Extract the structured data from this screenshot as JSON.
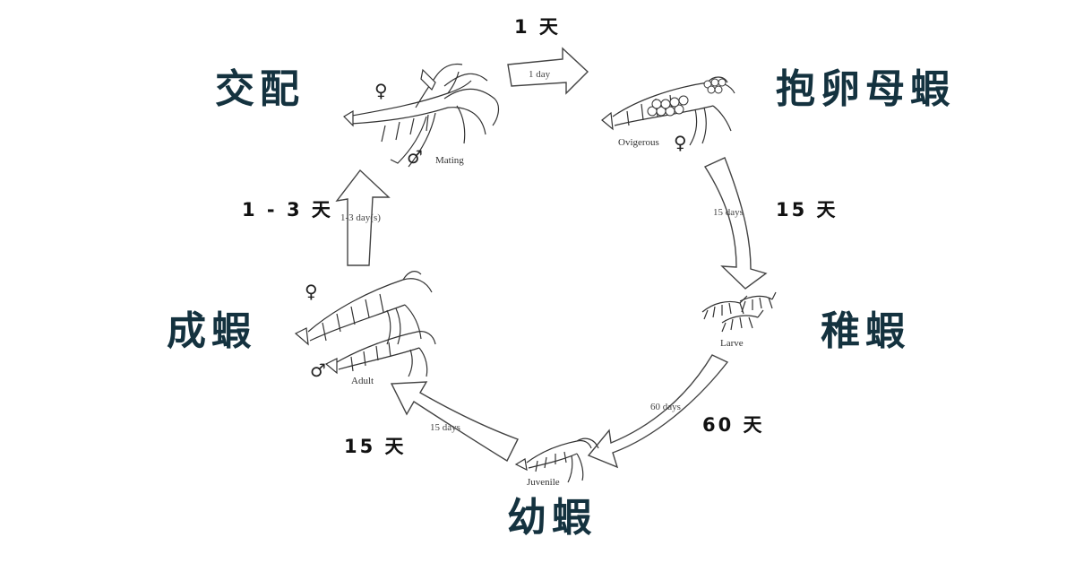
{
  "stages": {
    "mating": "交配",
    "ovigerous": "抱卵母蝦",
    "larvae": "稚蝦",
    "juvenile": "幼蝦",
    "adult": "成蝦"
  },
  "durations": {
    "mating_to_ovigerous": "1 天",
    "ovigerous_to_larvae": "15 天",
    "larvae_to_juvenile": "60 天",
    "juvenile_to_adult": "15 天",
    "adult_to_mating": "1 - 3 天"
  },
  "captions": {
    "mating": "Mating",
    "ovigerous": "Ovigerous",
    "larvae": "Larve",
    "juvenile": "Juvenile",
    "adult": "Adult"
  },
  "arrow_labels": {
    "a1": "1 day",
    "a2": "15 days",
    "a3": "60 days",
    "a4": "15 days",
    "a5": "1-3 day(s)"
  },
  "symbols": {
    "female": "♀",
    "male": "♂"
  },
  "colors": {
    "stage_label": "#14323f",
    "duration_label": "#111111",
    "line_art": "#333333"
  }
}
